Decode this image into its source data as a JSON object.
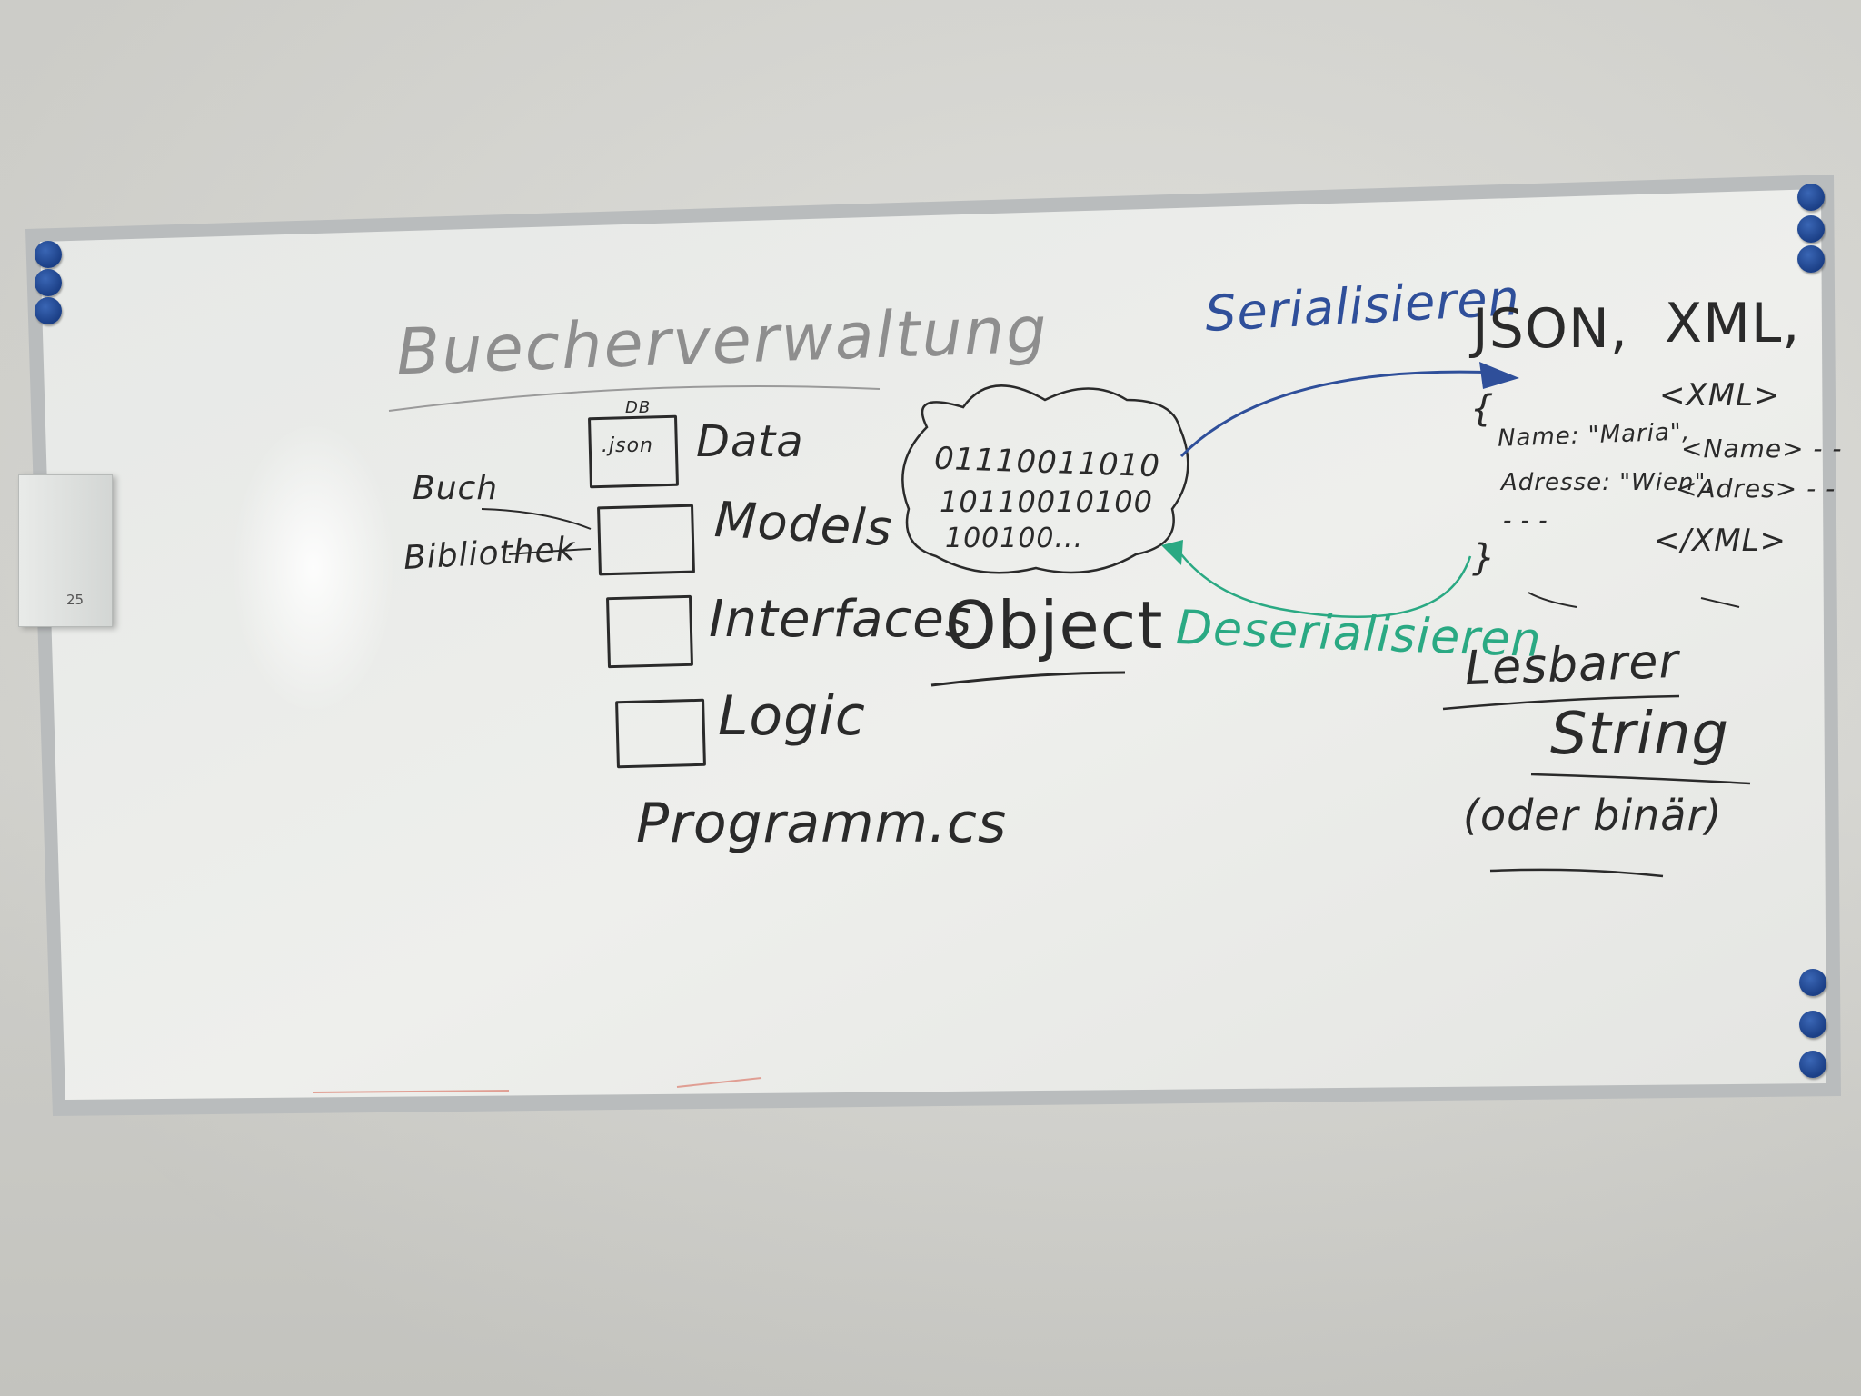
{
  "board": {
    "title": "Buecherverwaltung",
    "db_label": "DB",
    "json_label": ".json",
    "folders": [
      "Data",
      "Models",
      "Interfaces",
      "Logic"
    ],
    "program_file": "Programm.cs",
    "side_labels": [
      "Buch",
      "Bibliothek"
    ],
    "binary_lines": [
      "01110011010",
      "10110010100",
      "100100..."
    ],
    "object_label": "Object",
    "serialize_label": "Serialisieren",
    "deserialize_label": "Deserialisieren",
    "formats": [
      "JSON,",
      "XML,"
    ],
    "json_open": "{",
    "json_lines": [
      "Name: \"Maria\",",
      "Adresse: \"Wien\",",
      "- - -"
    ],
    "json_close": "}",
    "xml_lines": [
      "<XML>",
      "<Name> - -",
      "<Adres> - -",
      "</XML>"
    ],
    "result_line1": "Lesbarer",
    "result_line2": "String",
    "result_note": "(oder binär)",
    "eraser_number": "25"
  },
  "colors": {
    "black_marker": "#2a2a2a",
    "blue_marker": "#2f4f9a",
    "green_marker": "#2aa983",
    "magnet_blue": "#1b3f86",
    "board_white": "#ecedea",
    "frame_aluminium": "#b9bcbd"
  }
}
